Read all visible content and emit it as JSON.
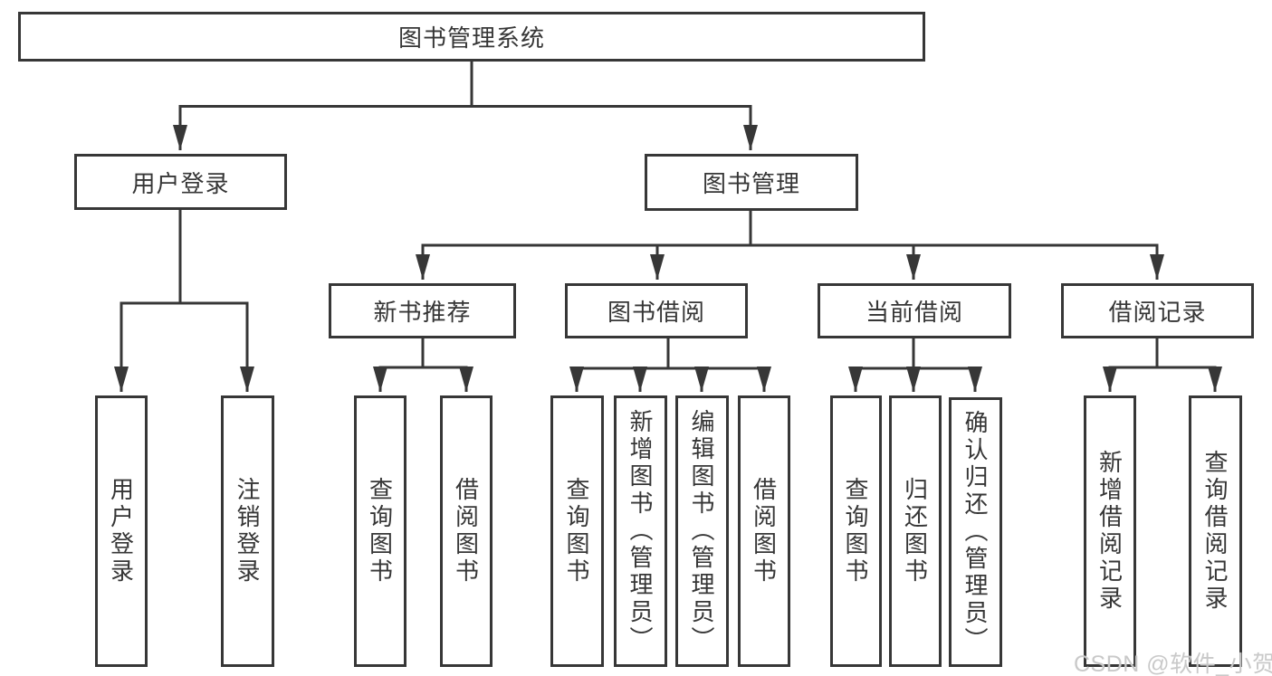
{
  "root": {
    "label": "图书管理系统"
  },
  "user_login": {
    "label": "用户登录",
    "children": [
      {
        "label": "用户登录"
      },
      {
        "label": "注销登录"
      }
    ]
  },
  "book_mgmt": {
    "label": "图书管理",
    "sections": [
      {
        "label": "新书推荐",
        "children": [
          {
            "label": "查询图书"
          },
          {
            "label": "借阅图书"
          }
        ]
      },
      {
        "label": "图书借阅",
        "children": [
          {
            "label": "查询图书"
          },
          {
            "label": "新增图书（管理员）"
          },
          {
            "label": "编辑图书（管理员）"
          },
          {
            "label": "借阅图书"
          }
        ]
      },
      {
        "label": "当前借阅",
        "children": [
          {
            "label": "查询图书"
          },
          {
            "label": "归还图书"
          },
          {
            "label": "确认归还（管理员）"
          }
        ]
      },
      {
        "label": "借阅记录",
        "children": [
          {
            "label": "新增借阅记录"
          },
          {
            "label": "查询借阅记录"
          }
        ]
      }
    ]
  },
  "watermark": "CSDN @软件_小贺同学",
  "colors": {
    "line": "#373737",
    "text": "#363636",
    "background": "#ffffff",
    "watermark": "#c6c6c6"
  }
}
